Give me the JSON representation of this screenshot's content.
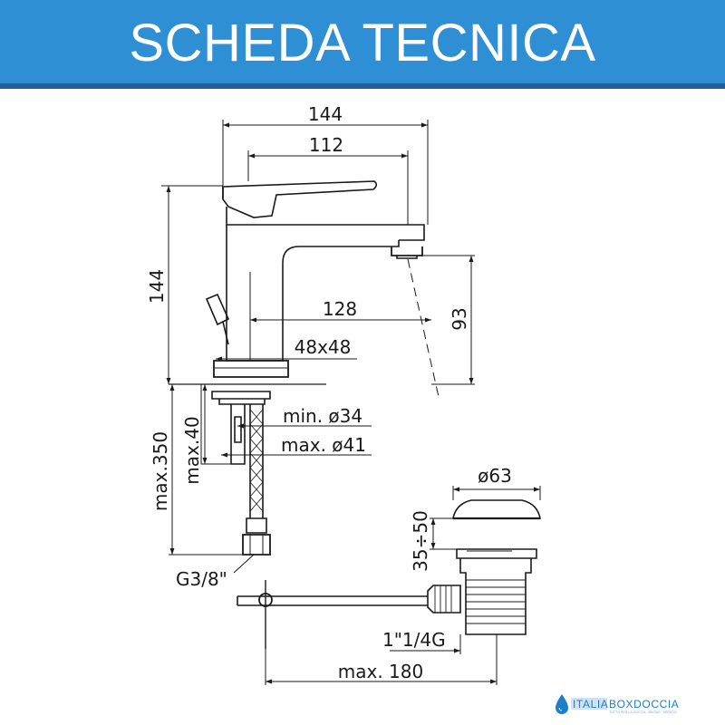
{
  "header": {
    "title": "SCHEDA TECNICA"
  },
  "dimensions": {
    "total_depth": "144",
    "spout_length": "112",
    "total_height": "144",
    "spout_reach": "128",
    "spout_height": "93",
    "base_size": "48x48",
    "hole_min": "min. ø34",
    "hole_max": "max. ø41",
    "deck_thickness": "max.40",
    "hose_length": "max.350",
    "hose_thread": "G3/8\"",
    "waste_diameter": "ø63",
    "waste_lift": "35÷50",
    "waste_thread": "1\"1/4G",
    "rod_length": "max. 180"
  },
  "logo": {
    "prefix": "ITALIA",
    "name": "BOXDOCCIA",
    "tagline": "TUTTO PER LA DOCCIA · BAGNO · ARREDO"
  },
  "colors": {
    "banner": "#2f8fd4",
    "banner_border": "#1f5f9a",
    "line": "#1a1a1a",
    "logo": "#1e7ec8"
  }
}
